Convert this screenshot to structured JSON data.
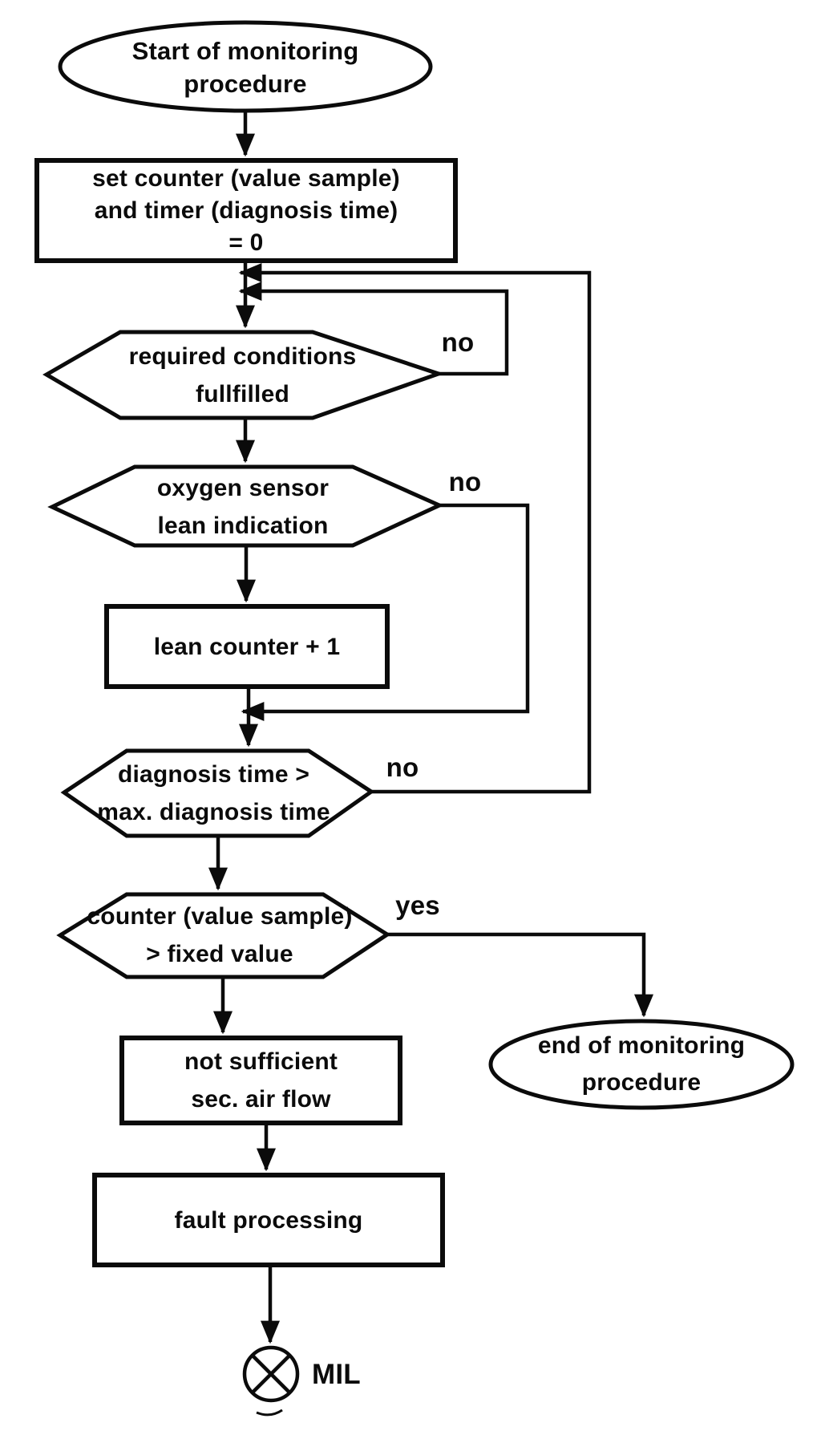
{
  "palette": {
    "ink": "#0b0b0b",
    "background": "#ffffff"
  },
  "nodes": {
    "start": {
      "type": "terminator",
      "lines": [
        "Start of monitoring",
        "procedure"
      ]
    },
    "init_counters": {
      "type": "process",
      "lines": [
        "set counter (value sample)",
        "and timer (diagnosis time)",
        "= 0"
      ]
    },
    "required_conditions": {
      "type": "decision",
      "lines": [
        "required conditions",
        "fullfilled"
      ]
    },
    "oxygen_sensor": {
      "type": "decision",
      "lines": [
        "oxygen sensor",
        "lean indication"
      ]
    },
    "lean_counter": {
      "type": "process",
      "lines": [
        "lean counter + 1"
      ]
    },
    "diagnosis_time": {
      "type": "decision",
      "lines": [
        "diagnosis time >",
        "max. diagnosis time"
      ]
    },
    "counter_threshold": {
      "type": "decision",
      "lines": [
        "counter (value sample)",
        "> fixed value"
      ]
    },
    "not_sufficient": {
      "type": "process",
      "lines": [
        "not sufficient",
        "sec. air flow"
      ]
    },
    "fault_processing": {
      "type": "process",
      "lines": [
        "fault processing"
      ]
    },
    "end": {
      "type": "terminator",
      "lines": [
        "end of monitoring",
        "procedure"
      ]
    },
    "mil": {
      "type": "indicator",
      "label": "MIL"
    }
  },
  "edge_labels": {
    "required_conditions_no": "no",
    "oxygen_sensor_no": "no",
    "diagnosis_time_no": "no",
    "counter_threshold_yes": "yes"
  }
}
